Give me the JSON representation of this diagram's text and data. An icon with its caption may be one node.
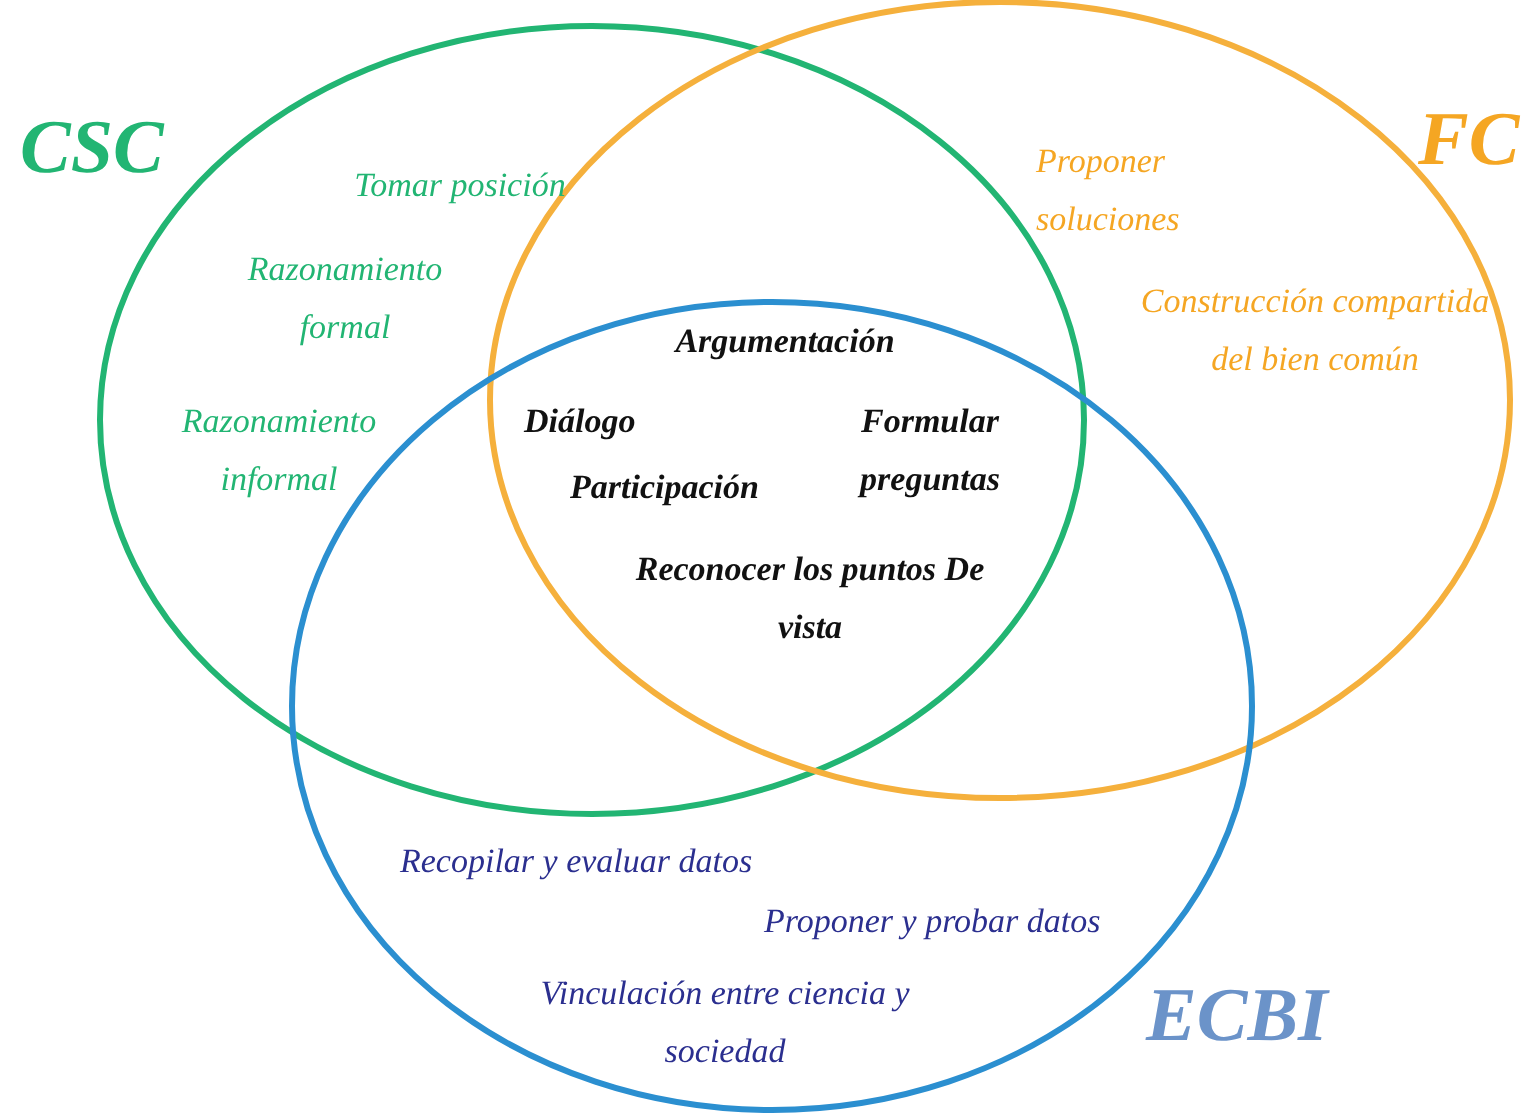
{
  "diagram": {
    "nodes": [
      {
        "text": [
          "CSC"
        ]
      },
      {
        "text": [
          "FC"
        ]
      },
      {
        "text": [
          "ECBI"
        ]
      }
    ],
    "labels": [
      "Tomar posición",
      "Proponer soluciones",
      "Razonamiento formal",
      "Construcción compartida del bien común",
      "Argumentación",
      "Razonamiento informal",
      "Diálogo",
      "Formular preguntas",
      "Participación",
      "Reconocer los puntos De vista",
      "Recopilar y evaluar datos",
      "Proponer y probar datos",
      "Vinculación entre ciencia y sociedad"
    ]
  }
}
